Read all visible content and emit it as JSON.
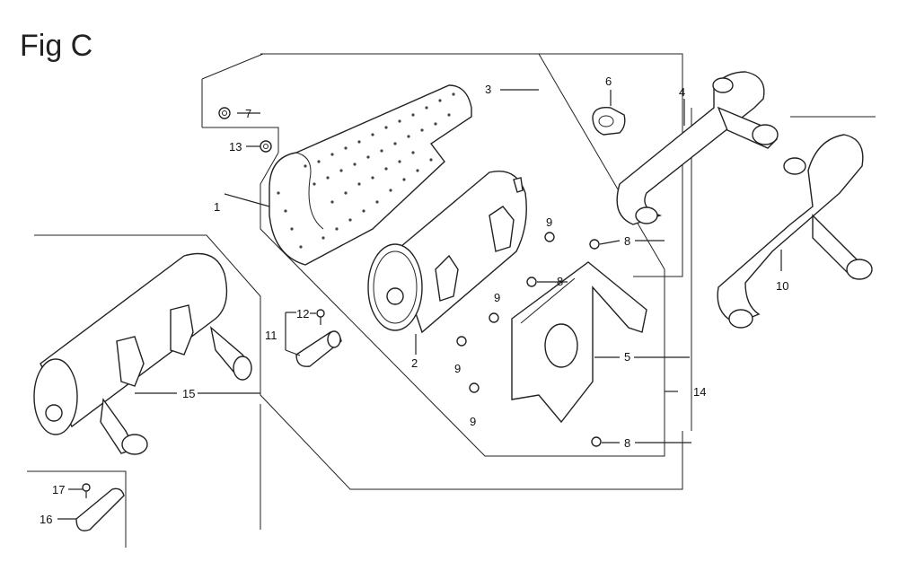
{
  "figure_title": "Fig C",
  "callouts": [
    {
      "id": "c1",
      "label": "1"
    },
    {
      "id": "c2",
      "label": "2"
    },
    {
      "id": "c3",
      "label": "3"
    },
    {
      "id": "c4",
      "label": "4"
    },
    {
      "id": "c5",
      "label": "5"
    },
    {
      "id": "c6",
      "label": "6"
    },
    {
      "id": "c7",
      "label": "7"
    },
    {
      "id": "c8a",
      "label": "8"
    },
    {
      "id": "c8b",
      "label": "8"
    },
    {
      "id": "c8c",
      "label": "8"
    },
    {
      "id": "c9a",
      "label": "9"
    },
    {
      "id": "c9b",
      "label": "9"
    },
    {
      "id": "c9c",
      "label": "9"
    },
    {
      "id": "c9d",
      "label": "9"
    },
    {
      "id": "c10",
      "label": "10"
    },
    {
      "id": "c11",
      "label": "11"
    },
    {
      "id": "c12",
      "label": "12"
    },
    {
      "id": "c13",
      "label": "13"
    },
    {
      "id": "c14",
      "label": "14"
    },
    {
      "id": "c15",
      "label": "15"
    },
    {
      "id": "c16",
      "label": "16"
    },
    {
      "id": "c17",
      "label": "17"
    }
  ]
}
